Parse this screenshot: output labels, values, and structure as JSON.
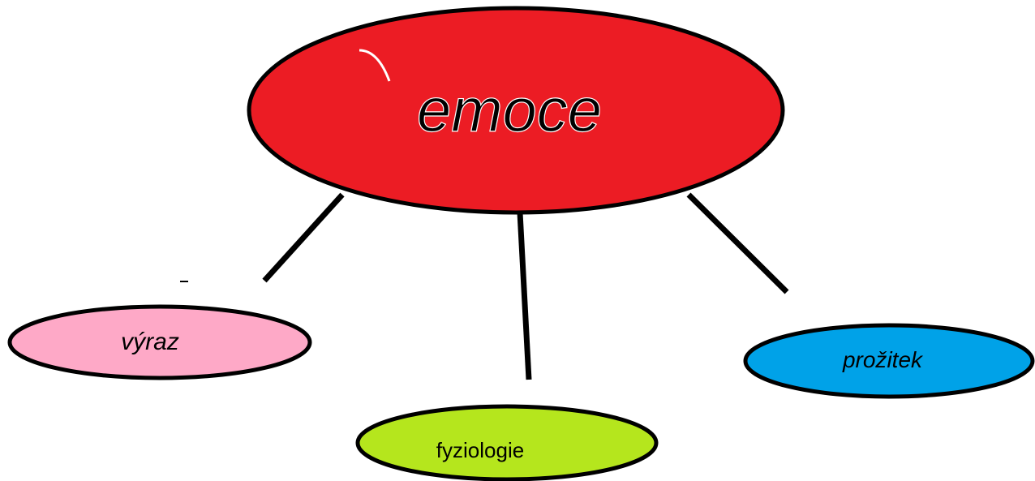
{
  "diagram": {
    "central": {
      "label": "emoce",
      "fill": "#ec1c24"
    },
    "children": [
      {
        "id": "vyraz",
        "label": "výraz",
        "fill": "#fea9c7"
      },
      {
        "id": "fyziologie",
        "label": "fyziologie",
        "fill": "#b5e61d"
      },
      {
        "id": "prozitek",
        "label": "prožitek",
        "fill": "#00a2e8"
      }
    ],
    "line_color": "#000000"
  }
}
